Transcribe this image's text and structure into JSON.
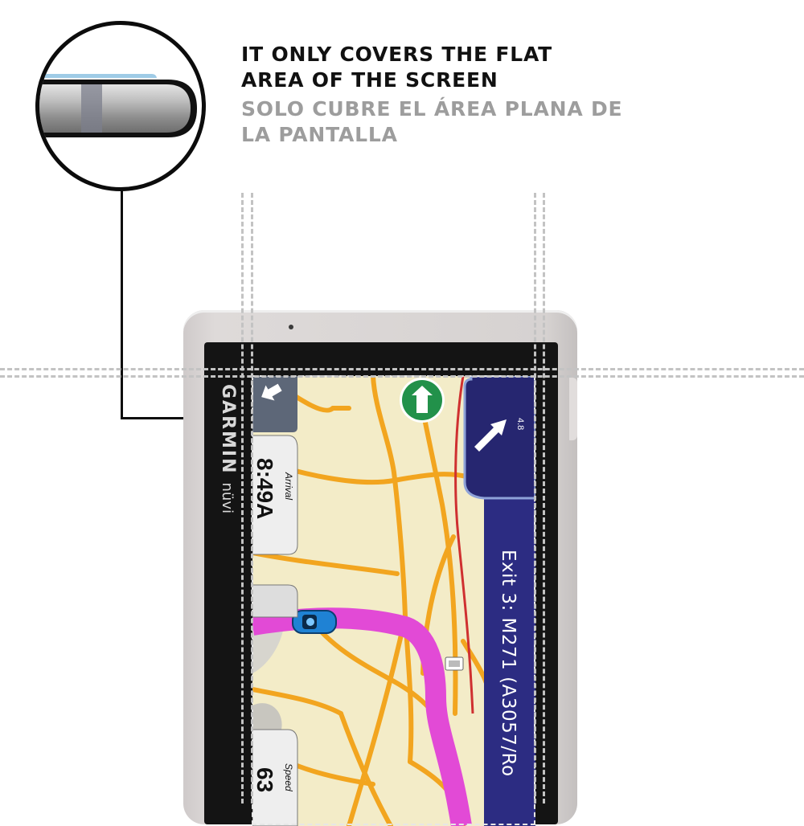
{
  "caption": {
    "english_line1": "IT ONLY COVERS THE FLAT",
    "english_line2": "AREA OF THE SCREEN",
    "spanish_line1": "SOLO CUBRE EL ÁREA PLANA DE",
    "spanish_line2": "LA PANTALLA"
  },
  "device": {
    "brand": "GARMIN",
    "model": "nüvi"
  },
  "gps_screen": {
    "arrival_label": "Arrival",
    "arrival_time": "8:49A",
    "distance_to_turn": "4.8",
    "road_name": "Exit 3: M271 (A3057/Ro",
    "speed_label": "Speed",
    "speed_value": "63"
  },
  "colors": {
    "map_background": "#f3ecc8",
    "road": "#f2a51f",
    "route": "#e24ad6",
    "direction_panel": "#2c2c82",
    "bezel": "#141414",
    "guide_lines": "#c3c3c3"
  },
  "icons": [
    "turn-arrow-icon",
    "compass-icon",
    "car-icon",
    "highway-shield-icon",
    "screen-edge-detail-icon"
  ]
}
